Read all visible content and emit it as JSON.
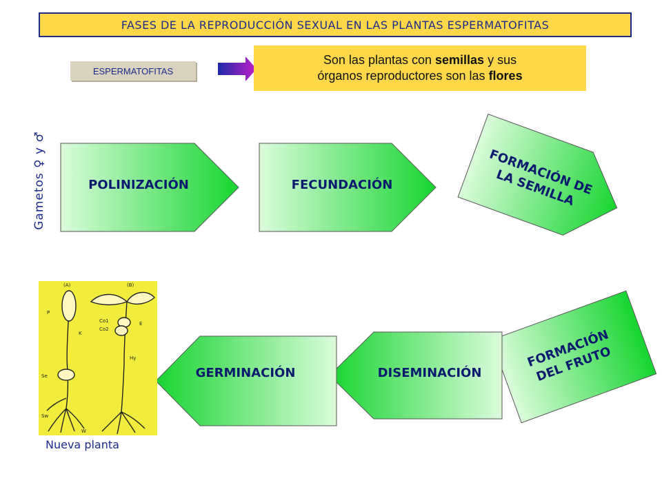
{
  "title": "FASES DE LA REPRODUCCIÓN SEXUAL EN LAS PLANTAS ESPERMATOFITAS",
  "espermatofitas_label": "ESPERMATOFITAS",
  "definition": {
    "line1_pre": "Son las plantas con ",
    "line1_bold": "semillas",
    "line1_post": " y sus",
    "line2_pre": "órganos reproductores son las ",
    "line2_bold": "flores"
  },
  "gametos_label": "Gametos ♀ y ♂",
  "phases": {
    "polinizacion": "POLINIZACIÓN",
    "fecundacion": "FECUNDACIÓN",
    "formacion_semilla_line1": "FORMACIÓN DE",
    "formacion_semilla_line2": "LA SEMILLA",
    "formacion_fruto_line1": "FORMACIÓN",
    "formacion_fruto_line2": "DEL FRUTO",
    "diseminacion": "DISEMINACIÓN",
    "germinacion": "GERMINACIÓN"
  },
  "plant_figure_labels": [
    "(A)",
    "(B)",
    "P",
    "K",
    "Co1",
    "Co2",
    "E",
    "Hy",
    "Se",
    "Sw",
    "W"
  ],
  "caption": "Nueva planta",
  "colors": {
    "title_bg": "#ffd84a",
    "title_border": "#1c2a8c",
    "text_blue": "#1c2a8c",
    "shape_light": "#dcfbdc",
    "shape_dark": "#17d531",
    "plant_bg": "#f2ec3c"
  }
}
